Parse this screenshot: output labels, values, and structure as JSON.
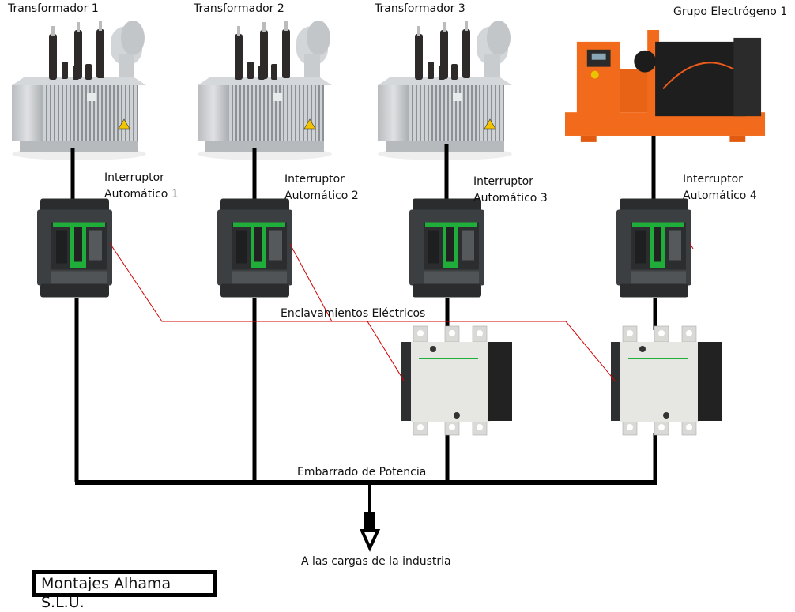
{
  "title": "Esquema de conmutación de fuentes de alimentación",
  "sources": [
    {
      "label": "Transformador 1",
      "type": "transformer"
    },
    {
      "label": "Transformador 2",
      "type": "transformer"
    },
    {
      "label": "Transformador 3",
      "type": "transformer"
    },
    {
      "label": "Grupo Electrógeno 1",
      "type": "generator"
    }
  ],
  "breakers": [
    {
      "line1": "Interruptor",
      "line2": "Automático 1"
    },
    {
      "line1": "Interruptor",
      "line2": "Automático 2"
    },
    {
      "line1": "Interruptor",
      "line2": "Automático 3"
    },
    {
      "line1": "Interruptor",
      "line2": "Automático 4"
    }
  ],
  "interlock_label": "Enclavamientos Eléctricos",
  "busbar_label": "Embarrado de Potencia",
  "load_label": "A las cargas de la industria",
  "company": "Montajes Alhama S.L.U.",
  "colors": {
    "wire": "#000000",
    "interlock": "#d40000",
    "generator": "#f26a1b",
    "breaker_body": "#3a3d3f",
    "breaker_accent": "#1fae3a",
    "contactor_body": "#e6e6e3"
  }
}
